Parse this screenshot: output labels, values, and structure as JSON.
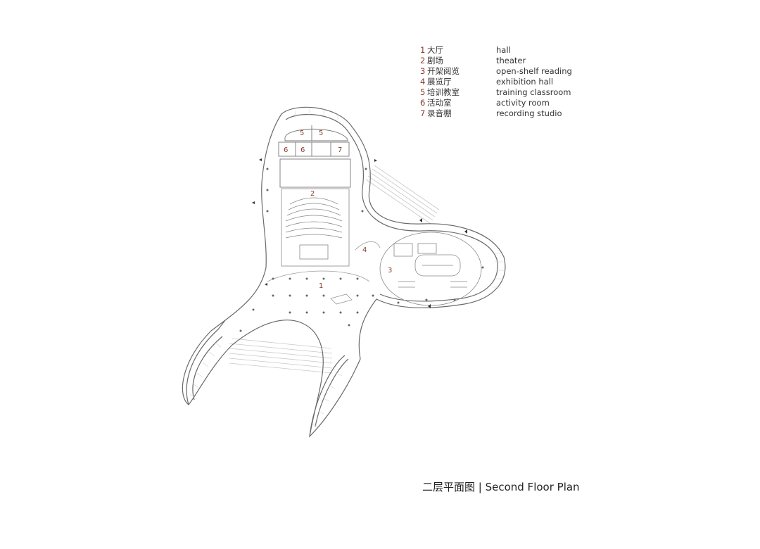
{
  "legend": [
    {
      "num": "1",
      "zh": "大厅",
      "en": "hall"
    },
    {
      "num": "2",
      "zh": "剧场",
      "en": "theater"
    },
    {
      "num": "3",
      "zh": "开架阅览",
      "en": "open-shelf reading"
    },
    {
      "num": "4",
      "zh": "展览厅",
      "en": "exhibition hall"
    },
    {
      "num": "5",
      "zh": "培训教室",
      "en": "training classroom"
    },
    {
      "num": "6",
      "zh": "活动室",
      "en": "activity room"
    },
    {
      "num": "7",
      "zh": "录音棚",
      "en": "recording studio"
    }
  ],
  "plan_labels": [
    "1",
    "2",
    "3",
    "4",
    "5",
    "5",
    "6",
    "6",
    "7"
  ],
  "caption": "二层平面图 | Second Floor Plan",
  "colors": {
    "label": "#8b3a2e",
    "line": "#6a6a6a"
  }
}
